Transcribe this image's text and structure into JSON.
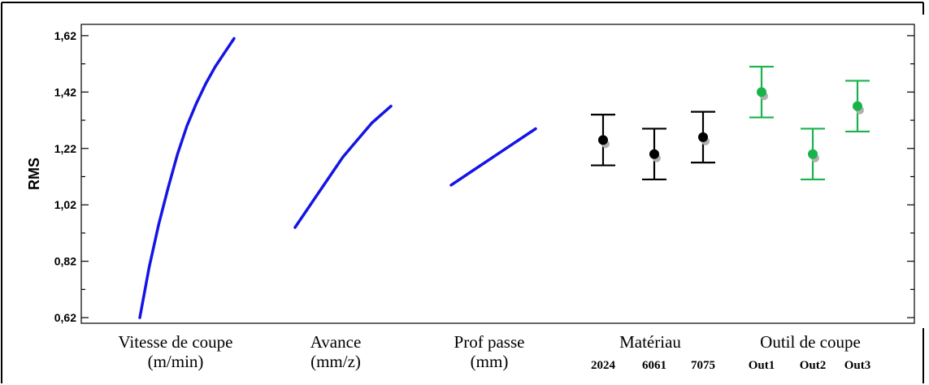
{
  "chart_data": {
    "type": "line",
    "ylabel": "RMS",
    "ylim": [
      0.6,
      1.66
    ],
    "yticks": [
      "0,62",
      "0,82",
      "1,02",
      "1,22",
      "1,42",
      "1,62"
    ],
    "ytick_values": [
      0.62,
      0.82,
      1.02,
      1.22,
      1.42,
      1.62
    ],
    "grid": false,
    "colors": {
      "curve": "#1414e6",
      "material": "#000000",
      "tool": "#19b34c",
      "shadow": "#b0b0b0"
    },
    "factors": [
      {
        "label_line1": "Vitesse de coupe",
        "label_line2": "(m/min)",
        "kind": "continuous",
        "curve": [
          [
            0.0,
            0.62
          ],
          [
            0.05,
            0.71
          ],
          [
            0.1,
            0.8
          ],
          [
            0.2,
            0.95
          ],
          [
            0.3,
            1.08
          ],
          [
            0.4,
            1.2
          ],
          [
            0.5,
            1.3
          ],
          [
            0.6,
            1.38
          ],
          [
            0.7,
            1.45
          ],
          [
            0.8,
            1.51
          ],
          [
            0.9,
            1.56
          ],
          [
            1.0,
            1.61
          ]
        ]
      },
      {
        "label_line1": "Avance",
        "label_line2": "(mm/z)",
        "kind": "continuous",
        "curve": [
          [
            0.0,
            0.94
          ],
          [
            0.1,
            0.99
          ],
          [
            0.2,
            1.04
          ],
          [
            0.3,
            1.09
          ],
          [
            0.4,
            1.14
          ],
          [
            0.5,
            1.19
          ],
          [
            0.6,
            1.23
          ],
          [
            0.7,
            1.27
          ],
          [
            0.8,
            1.31
          ],
          [
            0.9,
            1.34
          ],
          [
            1.0,
            1.37
          ]
        ]
      },
      {
        "label_line1": "Prof passe",
        "label_line2": "(mm)",
        "kind": "continuous",
        "curve": [
          [
            0.0,
            1.09
          ],
          [
            0.25,
            1.14
          ],
          [
            0.5,
            1.19
          ],
          [
            0.75,
            1.24
          ],
          [
            1.0,
            1.29
          ]
        ]
      },
      {
        "label_line1": "Matériau",
        "kind": "categorical",
        "color_key": "material",
        "levels": [
          {
            "name": "2024",
            "mean": 1.25,
            "low": 1.16,
            "high": 1.34
          },
          {
            "name": "6061",
            "mean": 1.2,
            "low": 1.11,
            "high": 1.29
          },
          {
            "name": "7075",
            "mean": 1.26,
            "low": 1.17,
            "high": 1.35
          }
        ]
      },
      {
        "label_line1": "Outil de coupe",
        "kind": "categorical",
        "color_key": "tool",
        "levels": [
          {
            "name": "Out1",
            "mean": 1.42,
            "low": 1.33,
            "high": 1.51
          },
          {
            "name": "Out2",
            "mean": 1.2,
            "low": 1.11,
            "high": 1.29
          },
          {
            "name": "Out3",
            "mean": 1.37,
            "low": 1.28,
            "high": 1.46
          }
        ]
      }
    ]
  }
}
